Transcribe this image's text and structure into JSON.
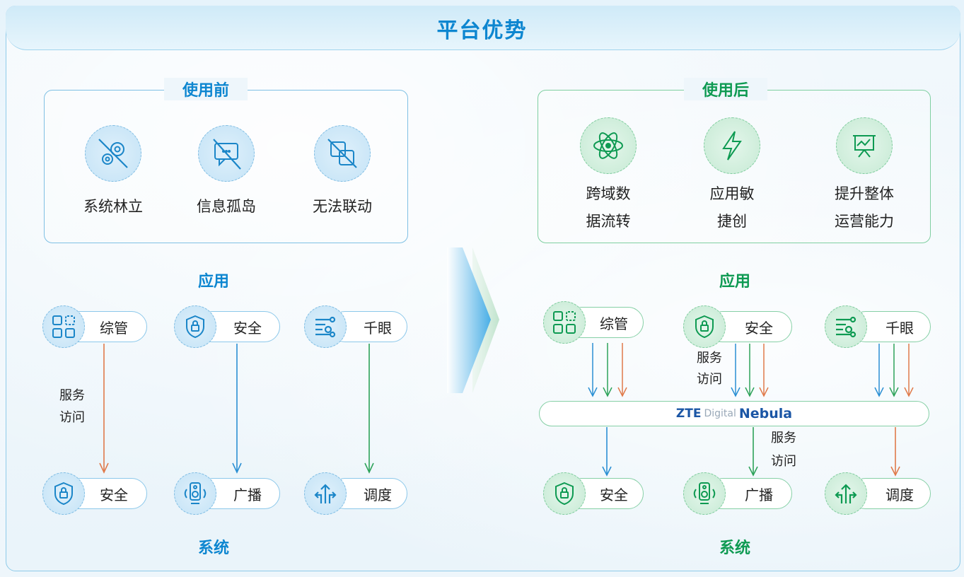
{
  "page_title": "平台优势",
  "before": {
    "title": "使用前",
    "items": [
      "系统林立",
      "信息孤岛",
      "无法联动"
    ]
  },
  "after": {
    "title": "使用后",
    "items": [
      {
        "line1": "跨域数",
        "line2": "据流转"
      },
      {
        "line1": "应用敏",
        "line2": "捷创"
      },
      {
        "line1": "提升整体",
        "line2": "运营能力"
      }
    ]
  },
  "app_label": "应用",
  "system_label": "系统",
  "apps": [
    "综管",
    "安全",
    "千眼"
  ],
  "systems": [
    "安全",
    "广播",
    "调度"
  ],
  "service_note": {
    "line1": "服务",
    "line2": "访问"
  },
  "platform": {
    "part1": "ZTE",
    "part2": "Digital",
    "part3": "Nebula"
  },
  "colors": {
    "blue": "#0d86d0",
    "green": "#0e9a52",
    "arrow_orange": "#e07a4a",
    "arrow_blue": "#2a8fd3",
    "arrow_green": "#2ea35a"
  },
  "icons": {
    "before": [
      "gears-crossed-icon",
      "chat-crossed-icon",
      "link-crossed-icon"
    ],
    "after": [
      "atom-icon",
      "lightning-icon",
      "presentation-chart-icon"
    ],
    "apps": [
      "grid-icon",
      "shield-lock-icon",
      "network-nodes-icon"
    ],
    "systems": [
      "shield-lock-icon",
      "speaker-icon",
      "dispatch-arrows-icon"
    ]
  }
}
